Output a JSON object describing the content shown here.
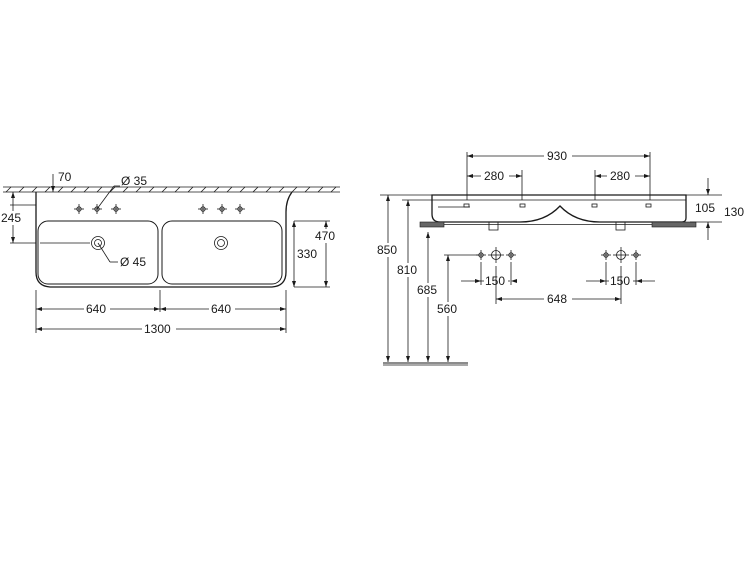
{
  "top_view": {
    "dim_70": "70",
    "dim_dia35": "Ø 35",
    "dim_245": "245",
    "dim_dia45": "Ø 45",
    "dim_470": "470",
    "dim_330": "330",
    "dim_640_left": "640",
    "dim_640_right": "640",
    "dim_1300": "1300"
  },
  "side_view": {
    "dim_930": "930",
    "dim_280_left": "280",
    "dim_280_right": "280",
    "dim_105": "105",
    "dim_130": "130",
    "dim_850": "850",
    "dim_810": "810",
    "dim_685": "685",
    "dim_560": "560",
    "dim_150_left": "150",
    "dim_150_right": "150",
    "dim_648": "648"
  }
}
